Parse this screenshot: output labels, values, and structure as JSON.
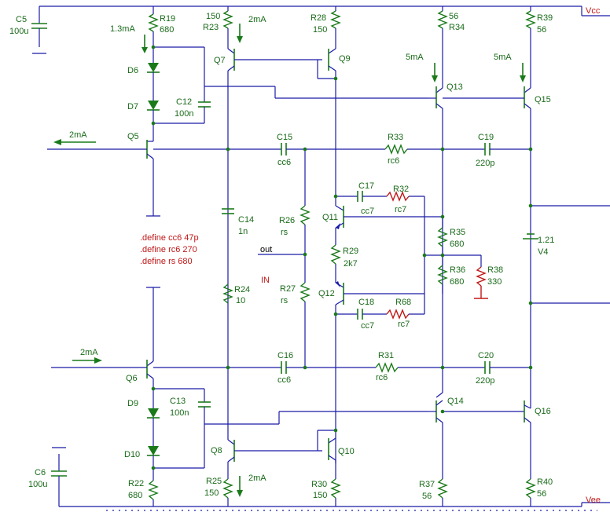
{
  "rails": {
    "vcc": "Vcc",
    "vee": "Vee"
  },
  "defines": [
    ".define cc6 47p",
    ".define rc6 270",
    ".define rs 680"
  ],
  "io": {
    "out": "out",
    "in": "IN"
  },
  "currents": {
    "d_string_top": "1.3mA",
    "q7": "2mA",
    "q5_out": "2mA",
    "q13": "5mA",
    "q15": "5mA",
    "q6_in": "2mA",
    "q8": "2mA"
  },
  "transistors": {
    "q5": "Q5",
    "q6": "Q6",
    "q7": "Q7",
    "q8": "Q8",
    "q9": "Q9",
    "q10": "Q10",
    "q11": "Q11",
    "q12": "Q12",
    "q13": "Q13",
    "q14": "Q14",
    "q15": "Q15",
    "q16": "Q16"
  },
  "diodes": {
    "d6": "D6",
    "d7": "D7",
    "d9": "D9",
    "d10": "D10"
  },
  "resistors": {
    "r19": {
      "name": "R19",
      "value": "680"
    },
    "r23": {
      "name": "R23",
      "value": "150"
    },
    "r28": {
      "name": "R28",
      "value": "150"
    },
    "r34": {
      "name": "R34",
      "value": "56"
    },
    "r39": {
      "name": "R39",
      "value": "56"
    },
    "r33": {
      "name": "R33",
      "value": "rc6"
    },
    "r26": {
      "name": "R26",
      "value": "rs"
    },
    "r32": {
      "name": "R32",
      "value": "rc7"
    },
    "r29": {
      "name": "R29",
      "value": "2k7"
    },
    "r35": {
      "name": "R35",
      "value": "680"
    },
    "r36": {
      "name": "R36",
      "value": "680"
    },
    "r38": {
      "name": "R38",
      "value": "330"
    },
    "r27": {
      "name": "R27",
      "value": "rs"
    },
    "r24": {
      "name": "R24",
      "value": "10"
    },
    "r68": {
      "name": "R68",
      "value": "rc7"
    },
    "r31": {
      "name": "R31",
      "value": "rc6"
    },
    "r22": {
      "name": "R22",
      "value": "680"
    },
    "r25": {
      "name": "R25",
      "value": "150"
    },
    "r30": {
      "name": "R30",
      "value": "150"
    },
    "r37": {
      "name": "R37",
      "value": "56"
    },
    "r40": {
      "name": "R40",
      "value": "56"
    }
  },
  "capacitors": {
    "c5": {
      "name": "C5",
      "value": "100u"
    },
    "c12": {
      "name": "C12",
      "value": "100n"
    },
    "c15": {
      "name": "C15",
      "value": "cc6"
    },
    "c19": {
      "name": "C19",
      "value": "220p"
    },
    "c17": {
      "name": "C17",
      "value": "cc7"
    },
    "c14": {
      "name": "C14",
      "value": "1n"
    },
    "c18": {
      "name": "C18",
      "value": "cc7"
    },
    "c16": {
      "name": "C16",
      "value": "cc6"
    },
    "c20": {
      "name": "C20",
      "value": "220p"
    },
    "c13": {
      "name": "C13",
      "value": "100n"
    },
    "c6": {
      "name": "C6",
      "value": "100u"
    }
  },
  "source": {
    "name": "V4",
    "value": "1.21"
  }
}
